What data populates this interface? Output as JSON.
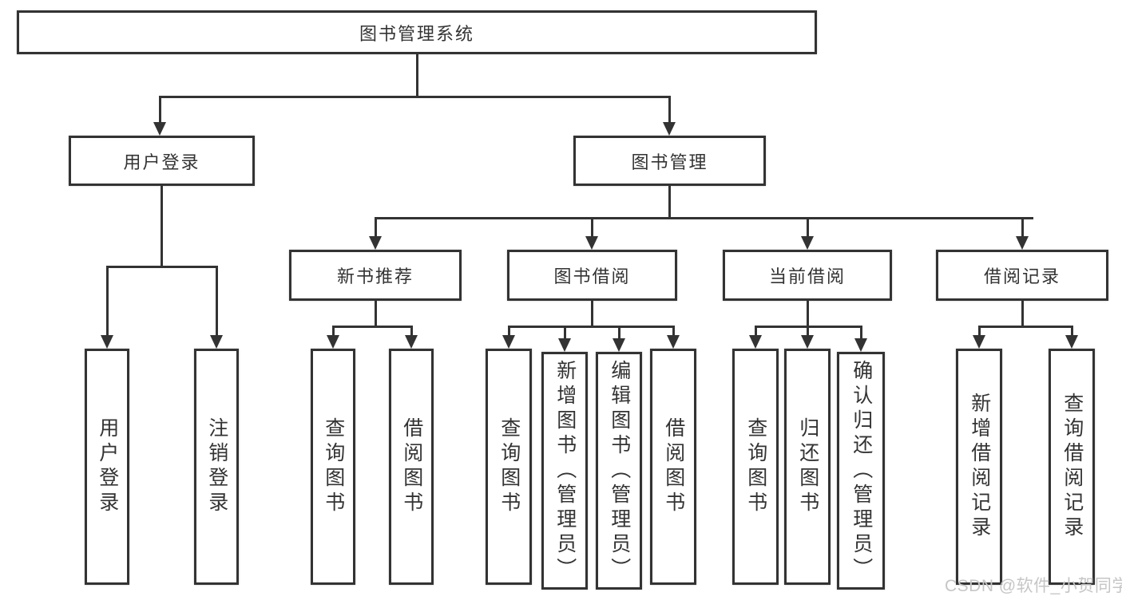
{
  "tree": {
    "root": "图书管理系统",
    "branches": [
      {
        "label": "用户登录",
        "children": [
          "用户登录",
          "注销登录"
        ]
      },
      {
        "label": "图书管理",
        "sub": [
          {
            "label": "新书推荐",
            "children": [
              "查询图书",
              "借阅图书"
            ]
          },
          {
            "label": "图书借阅",
            "children": [
              "查询图书",
              "新增图书（管理员）",
              "编辑图书（管理员）",
              "借阅图书"
            ]
          },
          {
            "label": "当前借阅",
            "children": [
              "查询图书",
              "归还图书",
              "确认归还（管理员）"
            ]
          },
          {
            "label": "借阅记录",
            "children": [
              "新增借阅记录",
              "查询借阅记录"
            ]
          }
        ]
      }
    ]
  },
  "watermark": "CSDN @软件_小贺同学",
  "colors": {
    "line": "#333333",
    "text": "#333333",
    "watermark": "#c6c6c6",
    "background": "#ffffff"
  }
}
